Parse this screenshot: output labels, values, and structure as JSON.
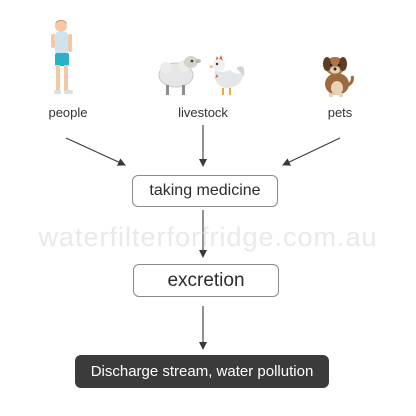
{
  "sources": [
    {
      "label": "people"
    },
    {
      "label": "livestock"
    },
    {
      "label": "pets"
    }
  ],
  "steps": {
    "medicine": "taking medicine",
    "excretion": "excretion",
    "discharge": "Discharge stream, water pollution"
  },
  "watermark": "waterfilterforfridge.com.au",
  "colors": {
    "arrow": "#3a3a3a",
    "box_border": "#8a8a8a",
    "discharge_fill": "#3b3b3b"
  }
}
